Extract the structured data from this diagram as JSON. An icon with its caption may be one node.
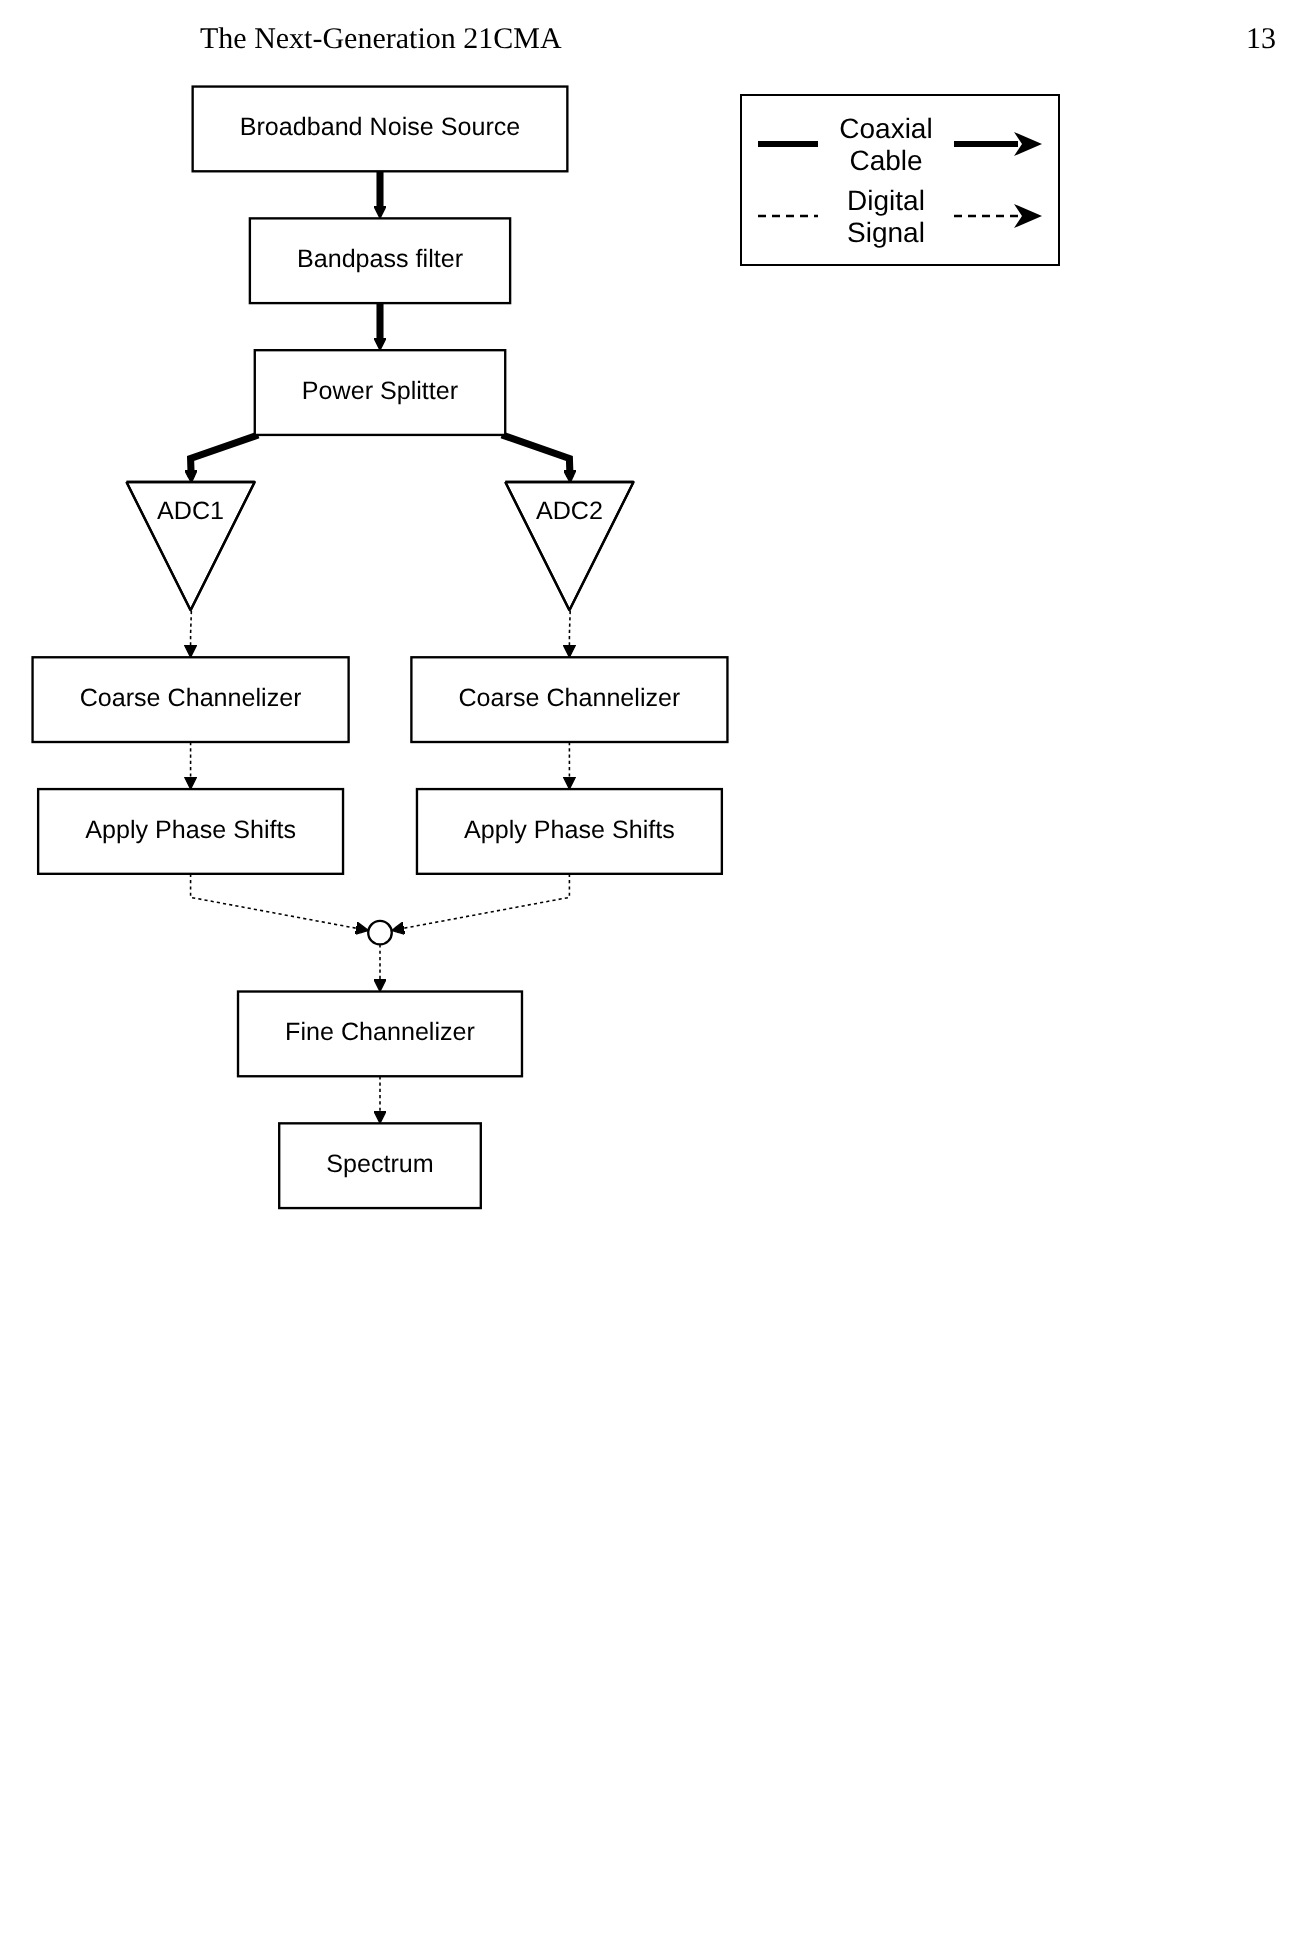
{
  "diagram": {
    "nodes": [
      {
        "text": [
          "Broadband Noise Source"
        ]
      },
      {
        "text": [
          "Bandpass filter"
        ]
      },
      {
        "text": [
          "Power Splitter"
        ]
      },
      {
        "text": [
          "ADC1"
        ]
      },
      {
        "text": [
          "ADC2"
        ]
      },
      {
        "text": [
          "Coarse Channelizer"
        ]
      },
      {
        "text": [
          "Apply Phase Shifts"
        ]
      },
      {
        "text": [
          "Coarse Channelizer"
        ]
      },
      {
        "text": [
          "Apply Phase Shifts"
        ]
      },
      {
        "text": [],
        "shape": "circle"
      },
      {
        "text": [
          "Fine Channelizer"
        ]
      },
      {
        "text": [
          "Spectrum"
        ]
      }
    ],
    "edges": [
      {
        "from": 0,
        "to": 1,
        "arrow": "to",
        "style": "thick"
      },
      {
        "from": 1,
        "to": 2,
        "arrow": "to",
        "style": "thick"
      },
      {
        "from": 2,
        "to": 3,
        "arrow": "to",
        "style": "thick"
      },
      {
        "from": 2,
        "to": 4,
        "arrow": "to",
        "style": "thick"
      },
      {
        "from": 3,
        "to": 5,
        "arrow": "to",
        "style": "dashed"
      },
      {
        "from": 5,
        "to": 6,
        "arrow": "to",
        "style": "dashed"
      },
      {
        "from": 4,
        "to": 7,
        "arrow": "to",
        "style": "dashed"
      },
      {
        "from": 7,
        "to": 8,
        "arrow": "to",
        "style": "dashed"
      },
      {
        "from": 6,
        "to": 9,
        "arrow": "to",
        "style": "dashed"
      },
      {
        "from": 8,
        "to": 9,
        "arrow": "to",
        "style": "dashed"
      },
      {
        "from": 9,
        "to": 10,
        "arrow": "to",
        "style": "dashed"
      },
      {
        "from": 10,
        "to": 11,
        "arrow": "to",
        "style": "dashed"
      }
    ],
    "labels": [
      "The Next-Generation 21CMA",
      "13"
    ],
    "legend": [
      {
        "text": "Coaxial Cable"
      },
      {
        "text": "Digital Signal"
      }
    ]
  }
}
